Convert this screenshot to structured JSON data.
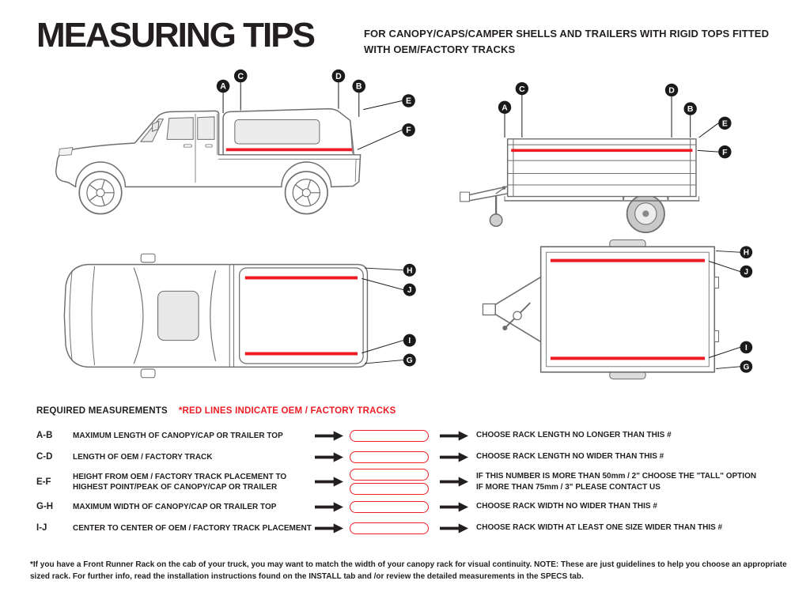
{
  "header": {
    "title": "MEASURING TIPS",
    "subtitle": "FOR CANOPY/CAPS/CAMPER SHELLS AND TRAILERS WITH RIGID TOPS FITTED\nWITH OEM/FACTORY TRACKS"
  },
  "callouts": {
    "truck_side": [
      "A",
      "C",
      "D",
      "B",
      "E",
      "F"
    ],
    "trailer_side": [
      "A",
      "C",
      "D",
      "B",
      "E",
      "F"
    ],
    "truck_top": [
      "H",
      "J",
      "I",
      "G"
    ],
    "trailer_top": [
      "H",
      "J",
      "I",
      "G"
    ]
  },
  "measurements": {
    "heading": "REQUIRED MEASUREMENTS",
    "red_note": "*RED LINES INDICATE OEM / FACTORY TRACKS",
    "rows": [
      {
        "key": "A-B",
        "description": "MAXIMUM LENGTH OF CANOPY/CAP OR TRAILER TOP",
        "guidance": "CHOOSE RACK LENGTH NO LONGER THAN THIS #"
      },
      {
        "key": "C-D",
        "description": "LENGTH OF OEM / FACTORY TRACK",
        "guidance": "CHOOSE RACK LENGTH NO WIDER THAN THIS #"
      },
      {
        "key": "E-F",
        "description": "HEIGHT FROM OEM / FACTORY TRACK PLACEMENT TO\nHIGHEST POINT/PEAK OF CANOPY/CAP OR TRAILER",
        "guidance": "IF THIS NUMBER IS MORE THAN 50mm / 2\" CHOOSE THE \"TALL\" OPTION\nIF MORE THAN 75mm / 3\" PLEASE CONTACT US"
      },
      {
        "key": "G-H",
        "description": "MAXIMUM WIDTH OF CANOPY/CAP OR TRAILER TOP",
        "guidance": "CHOOSE RACK WIDTH NO WIDER THAN THIS #"
      },
      {
        "key": "I-J",
        "description": "CENTER TO CENTER OF OEM / FACTORY TRACK PLACEMENT",
        "guidance": "CHOOSE RACK WIDTH AT LEAST ONE SIZE WIDER THAN THIS #"
      }
    ]
  },
  "footnote": "*If you have a Front Runner Rack on the cab of your truck, you may want to match the width of your canopy rack for visual continuity. NOTE: These are just guidelines to help you choose an appropriate\nsized rack. For further info, read the installation instructions found on the INSTALL tab and /or review the detailed measurements in the SPECS tab.",
  "colors": {
    "track_red": "#ED1C24",
    "text_black": "#231F20",
    "line_gray": "#6D6E71"
  }
}
